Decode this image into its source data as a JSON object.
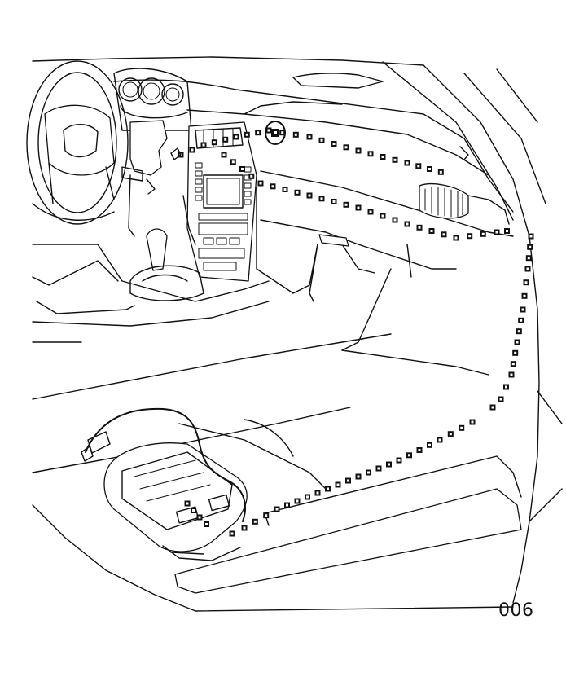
{
  "figure": {
    "number": "006"
  },
  "colors": {
    "line": "#111111",
    "background": "#ffffff"
  },
  "harness": {
    "marker": "square-dash",
    "highlighted_connector": "circled-connector"
  }
}
